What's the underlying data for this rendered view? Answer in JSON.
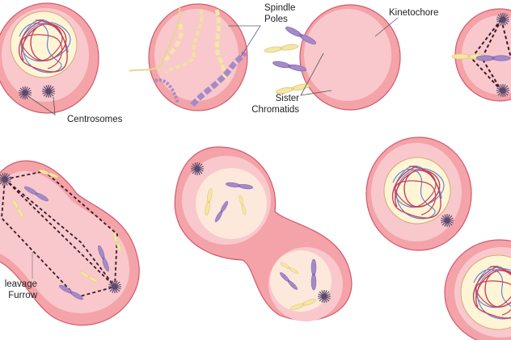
{
  "labels": {
    "spindle_poles": [
      "Spindle",
      "Poles"
    ],
    "kinetochore": "Kinetochore",
    "sister_chromatids": [
      "Sister",
      "Chromatids"
    ],
    "centrosomes": "Centrosomes",
    "cleavage_furrow": [
      "leavage",
      "Furrow"
    ]
  },
  "colors": {
    "membrane": "#f4a3a8",
    "membrane_edge": "#d05a6e",
    "cytoplasm": "#f9c8cc",
    "nucleus": "#fdf5d6",
    "chromatin_red": "#c8405a",
    "chromatin_blue": "#6a86d0",
    "chromosome_yellow": "#f5e6a6",
    "chromosome_purple": "#a58ac8",
    "centrosome": "#5a4a6e",
    "spindle": "#3a1a2a"
  }
}
